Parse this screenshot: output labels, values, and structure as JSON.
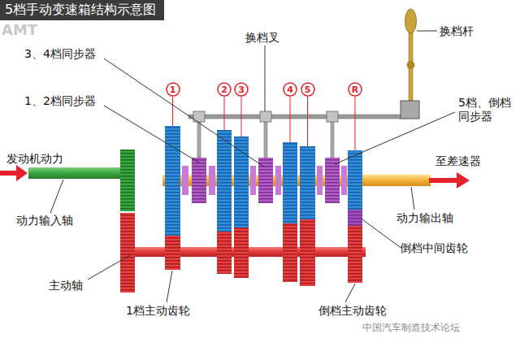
{
  "diagram": {
    "title": "5档手动变速箱结构示意图",
    "nodes": [
      {
        "text": [
          "1"
        ]
      },
      {
        "text": [
          "2"
        ]
      },
      {
        "text": [
          "3"
        ]
      },
      {
        "text": [
          "4"
        ]
      },
      {
        "text": [
          "5"
        ]
      },
      {
        "text": [
          "R"
        ]
      }
    ],
    "labels": [
      "AMT",
      "3、4档同步器",
      "换档叉",
      "换档杆",
      "1、2档同步器",
      "5档、倒档 同步器",
      "发动机动力",
      "至差速器",
      "动力输入轴",
      "动力输出轴",
      "倒档中间齿轮",
      "主动轴",
      "1档主动齿轮",
      "倒档主动齿轮",
      "中国汽车制造技术论坛"
    ]
  }
}
